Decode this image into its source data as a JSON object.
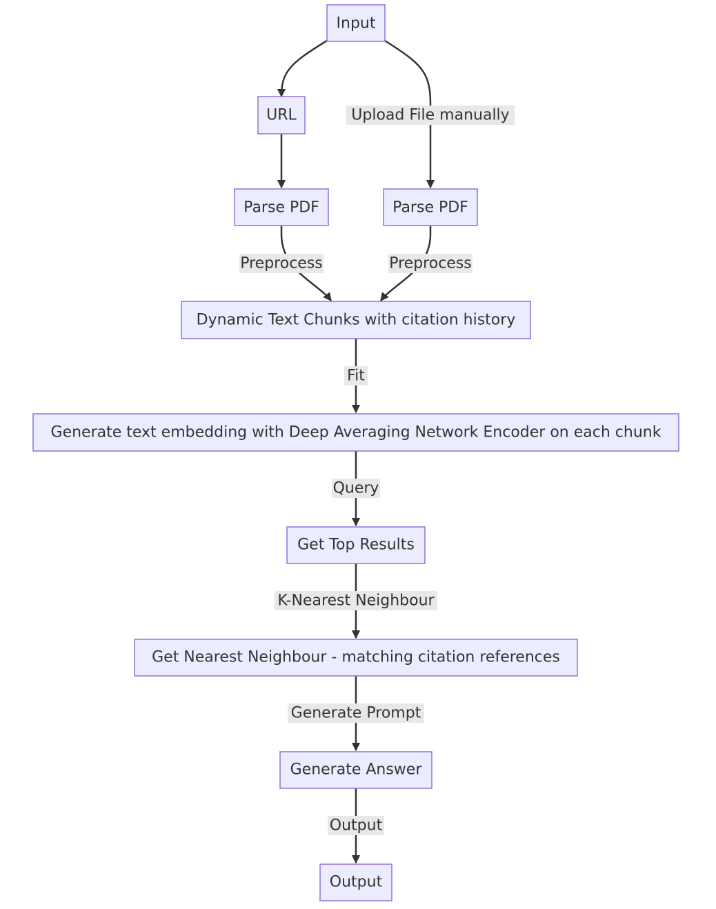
{
  "nodes": {
    "input": "Input",
    "url": "URL",
    "parse_pdf_left": "Parse PDF",
    "parse_pdf_right": "Parse PDF",
    "chunks": "Dynamic Text Chunks with citation history",
    "embedding": "Generate text embedding with Deep Averaging Network Encoder on each chunk",
    "top_results": "Get Top Results",
    "nearest": "Get Nearest Neighbour - matching citation references",
    "answer": "Generate Answer",
    "output": "Output"
  },
  "edge_labels": {
    "upload": "Upload File manually",
    "preprocess_left": "Preprocess",
    "preprocess_right": "Preprocess",
    "fit": "Fit",
    "query": "Query",
    "knn": "K-Nearest Neighbour",
    "generate_prompt": "Generate Prompt",
    "output": "Output"
  },
  "colors": {
    "node_fill": "#ECECFF",
    "node_stroke": "#9370DB",
    "edge": "#333333",
    "label_bg": "#E8E8E8",
    "text": "#333333"
  }
}
